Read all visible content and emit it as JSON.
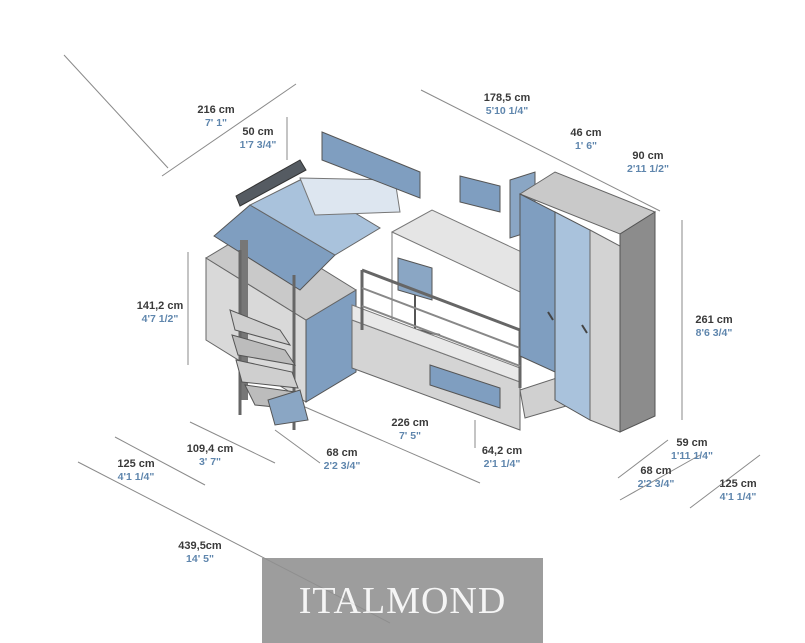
{
  "dimensions": {
    "top_216": {
      "cm": "216 cm",
      "in": "7' 1\""
    },
    "shelf_50": {
      "cm": "50 cm",
      "in": "1'7 3/4\""
    },
    "desk_178": {
      "cm": "178,5 cm",
      "in": "5'10 1/4\""
    },
    "unit_46": {
      "cm": "46 cm",
      "in": "1' 6\""
    },
    "wardrobe_90": {
      "cm": "90 cm",
      "in": "2'11 1/2\""
    },
    "height_141": {
      "cm": "141,2 cm",
      "in": "4'7 1/2\""
    },
    "height_261": {
      "cm": "261 cm",
      "in": "8'6 3/4\""
    },
    "stair_109": {
      "cm": "109,4 cm",
      "in": "3' 7\""
    },
    "left_125": {
      "cm": "125 cm",
      "in": "4'1 1/4\""
    },
    "stair_68": {
      "cm": "68 cm",
      "in": "2'2 3/4\""
    },
    "bed_226": {
      "cm": "226 cm",
      "in": "7' 5\""
    },
    "step_64": {
      "cm": "64,2 cm",
      "in": "2'1 1/4\""
    },
    "wardrobe_59": {
      "cm": "59 cm",
      "in": "1'11 1/4\""
    },
    "bottom_68": {
      "cm": "68 cm",
      "in": "2'2 3/4\""
    },
    "right_125": {
      "cm": "125 cm",
      "in": "4'1 1/4\""
    },
    "total_439": {
      "cm": "439,5cm",
      "in": "14' 5\""
    }
  },
  "watermark": "ITALMOND",
  "colors": {
    "blue_panel": "#7f9ec0",
    "light_blue": "#a9c2dc",
    "light_grey": "#d9d9d9",
    "dark_grey": "#555b62",
    "cm_text": "#3a3a3a",
    "inch_text": "#5f86ad"
  }
}
